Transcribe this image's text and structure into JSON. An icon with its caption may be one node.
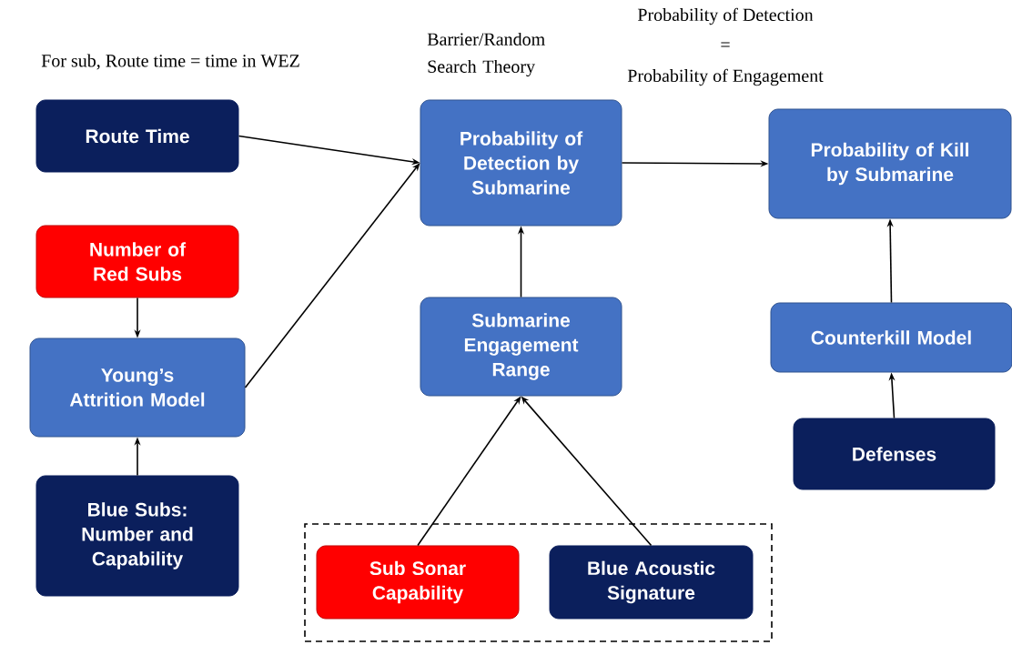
{
  "diagram": {
    "nodes": [
      {
        "text": [
          "Route Time"
        ]
      },
      {
        "text": [
          "Number of Red Subs"
        ]
      },
      {
        "text": [
          "Young’s Attrition Model"
        ]
      },
      {
        "text": [
          "Blue Subs: Number and Capability"
        ]
      },
      {
        "text": [
          "Probability of Detection by Submarine"
        ]
      },
      {
        "text": [
          "Submarine Engagement Range"
        ]
      },
      {
        "text": [],
        "shape": "box"
      },
      {
        "text": [
          "Sub Sonar Capability"
        ],
        "in": 6
      },
      {
        "text": [
          "Blue Acoustic Signature"
        ],
        "in": 6
      },
      {
        "text": [
          "Probability of Kill by Submarine"
        ]
      },
      {
        "text": [
          "Counterkill Model"
        ]
      },
      {
        "text": [
          "Defenses"
        ]
      }
    ],
    "edges": [
      {
        "from": 0,
        "to": 4,
        "arrow": "to"
      },
      {
        "from": 1,
        "to": 2,
        "arrow": "to"
      },
      {
        "from": 2,
        "to": 4,
        "arrow": "to"
      },
      {
        "from": 3,
        "to": 2,
        "arrow": "to"
      },
      {
        "from": 5,
        "to": 4,
        "arrow": "to"
      },
      {
        "from": 7,
        "to": 5,
        "arrow": "to"
      },
      {
        "from": 8,
        "to": 5,
        "arrow": "to"
      },
      {
        "from": 4,
        "to": 9,
        "arrow": "to"
      },
      {
        "from": 10,
        "to": 9,
        "arrow": "to"
      },
      {
        "from": 11,
        "to": 10,
        "arrow": "to"
      }
    ],
    "labels": [
      "For sub, Route time = time in WEZ",
      "Barrier/Random Search Theory",
      "Probability of Detection",
      "=",
      "Probability of Engagement"
    ]
  }
}
